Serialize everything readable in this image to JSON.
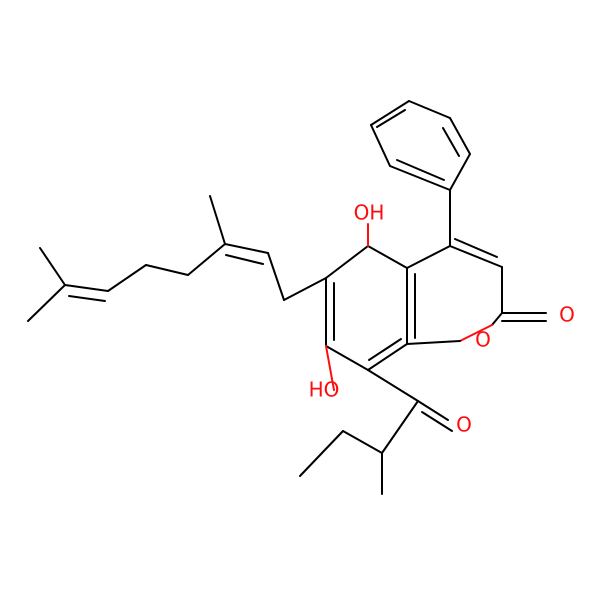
{
  "molecule": {
    "atom_labels": {
      "oh_top": "OH",
      "oh_left": "HO",
      "ring_oxygen": "O",
      "carbonyl_oxygen_lactone": "O",
      "carbonyl_oxygen_ketone": "O"
    },
    "colors": {
      "bond": "#000000",
      "oxygen": "#ff0d0d",
      "background": "#ffffff"
    }
  }
}
